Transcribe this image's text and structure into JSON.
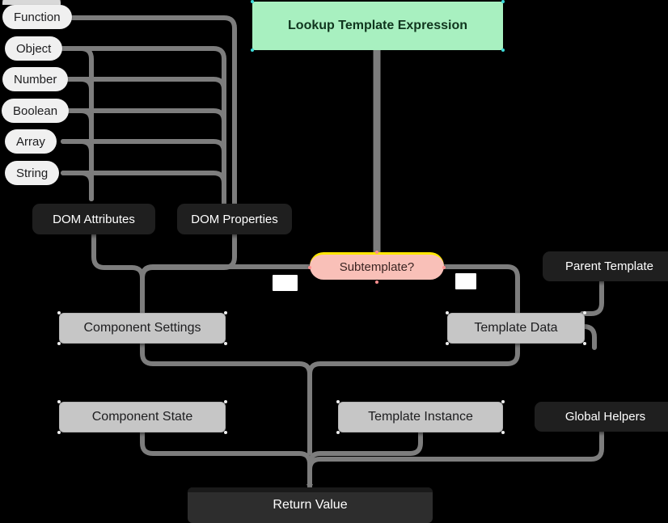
{
  "diagram": {
    "title": "Lookup Template Expression",
    "background_color": "#000000",
    "edge_color": "#7d7d7d",
    "accent_green": "#a8f0c0",
    "accent_pink": "#f9c0b8",
    "accent_yellow": "#ffe600",
    "selection_handle_color": "#3ddbd9"
  },
  "header": {
    "label": "Lookup Template Expression"
  },
  "type_chips": [
    {
      "label": "",
      "name": "chip-cut-off"
    },
    {
      "label": "Function",
      "name": "chip-function"
    },
    {
      "label": "Object",
      "name": "chip-object"
    },
    {
      "label": "Number",
      "name": "chip-number"
    },
    {
      "label": "Boolean",
      "name": "chip-boolean"
    },
    {
      "label": "Array",
      "name": "chip-array"
    },
    {
      "label": "String",
      "name": "chip-string"
    }
  ],
  "nodes": {
    "dom_attributes": "DOM Attributes",
    "dom_properties": "DOM Properties",
    "subtemplate": "Subtemplate?",
    "parent_template": "Parent Template",
    "component_settings": "Component  Settings",
    "template_data": "Template Data",
    "component_state": "Component State",
    "template_instance": "Template Instance",
    "global_helpers": "Global Helpers",
    "return_value": "Return Value"
  },
  "edge_labels": [
    {
      "text": "",
      "name": "edge-label-left"
    },
    {
      "text": "",
      "name": "edge-label-right"
    }
  ]
}
